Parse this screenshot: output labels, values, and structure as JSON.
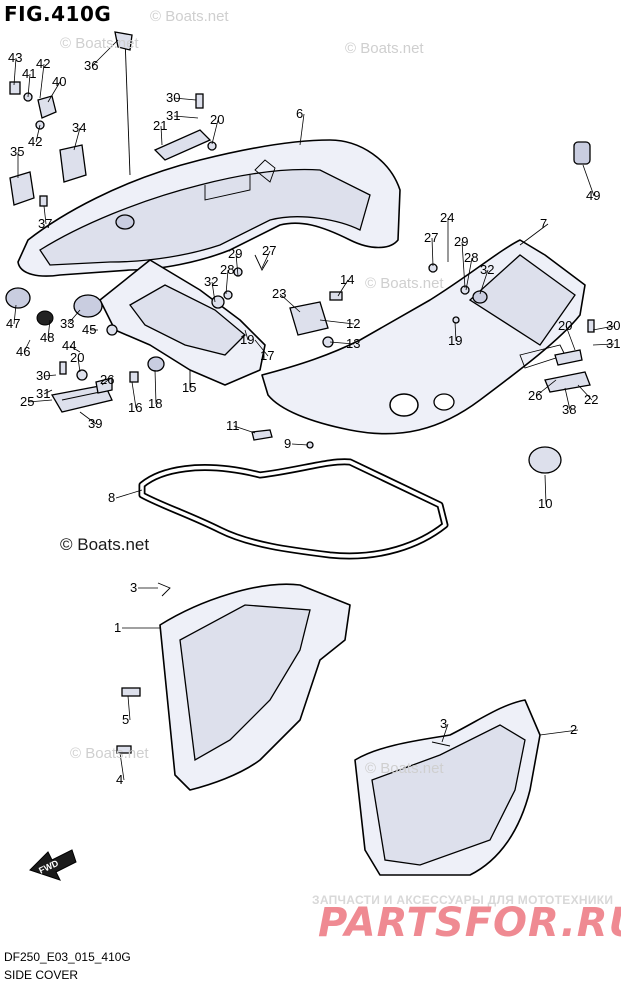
{
  "figure": {
    "title": "FIG.410G",
    "code": "DF250_E03_015_410G",
    "caption": "SIDE COVER"
  },
  "watermarks": {
    "light": "© Boats.net",
    "dark": "© Boats.net"
  },
  "branding": {
    "tagline": "ЗАПЧАСТИ И АКСЕССУАРЫ ДЛЯ МОТОТЕХНИКИ",
    "site": "PARTSFOR.RU"
  },
  "fwd_label": "FWD",
  "callouts": [
    "43",
    "42",
    "41",
    "40",
    "36",
    "30",
    "31",
    "21",
    "20",
    "6",
    "34",
    "35",
    "42",
    "37",
    "24",
    "27",
    "29",
    "28",
    "32",
    "7",
    "29",
    "27",
    "28",
    "32",
    "14",
    "23",
    "12",
    "13",
    "19",
    "17",
    "47",
    "33",
    "45",
    "46",
    "48",
    "44",
    "20",
    "30",
    "31",
    "26",
    "16",
    "18",
    "15",
    "25",
    "39",
    "20",
    "30",
    "31",
    "26",
    "38",
    "22",
    "11",
    "9",
    "10",
    "8",
    "3",
    "1",
    "5",
    "4",
    "3",
    "2",
    "49",
    "19"
  ]
}
